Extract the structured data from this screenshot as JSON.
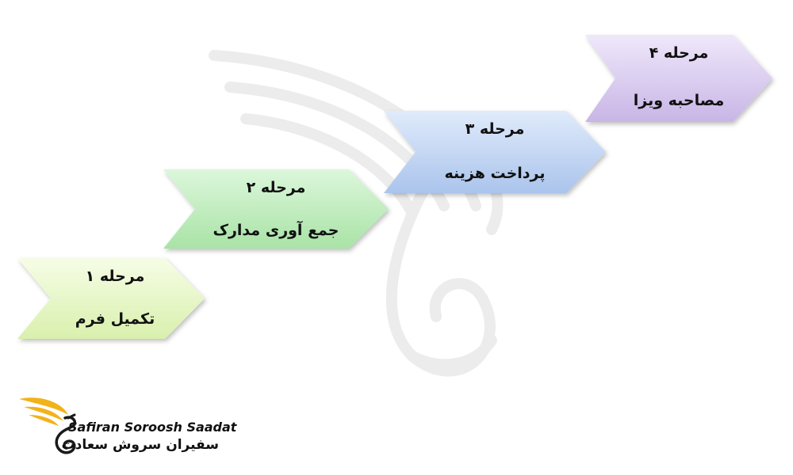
{
  "steps": [
    {
      "title": "مرحله ۱",
      "label": "تکمیل فرم"
    },
    {
      "title": "مرحله ۲",
      "label": "جمع آوری مدارک"
    },
    {
      "title": "مرحله ۳",
      "label": "پرداخت هزینه"
    },
    {
      "title": "مرحله ۴",
      "label": "مصاحبه ویزا"
    }
  ],
  "brand": {
    "name_latin": "Safiran Soroosh Saadat",
    "name_persian": "سفیران سروش سعادت"
  },
  "colors": {
    "step1": "#eaf8cf",
    "step2": "#c3efc2",
    "step3": "#c3d6f3",
    "step4": "#ddd0f0",
    "logo_gold": "#f2b21b",
    "watermark": "#e9e9e9"
  }
}
